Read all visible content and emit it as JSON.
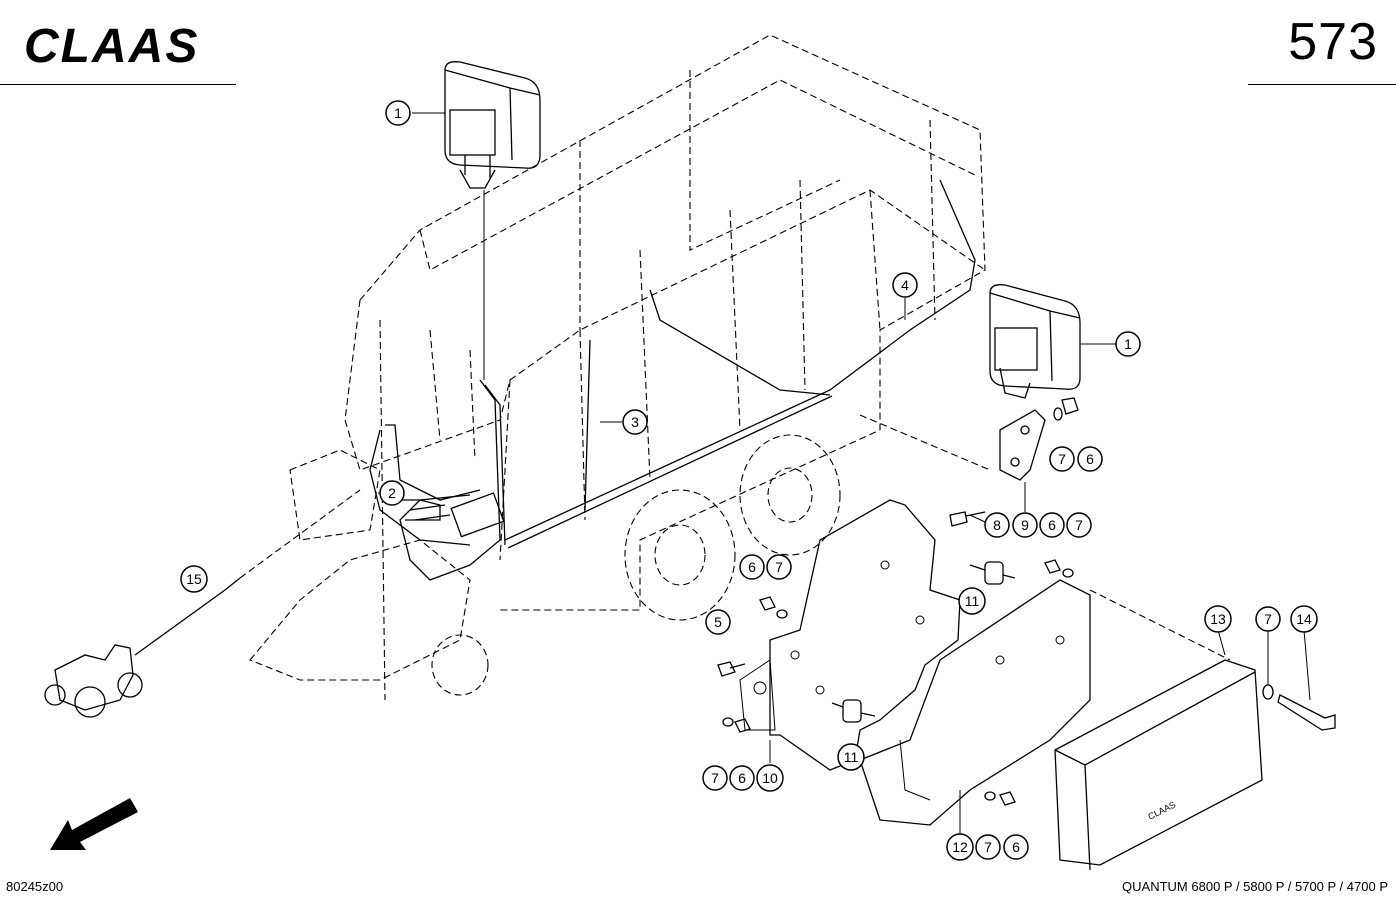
{
  "brand": {
    "logo_text": "CLAAS"
  },
  "page": {
    "number": "573"
  },
  "footer": {
    "figure_code": "80245z00",
    "models": "QUANTUM 6800 P / 5800 P / 5700 P / 4700 P"
  },
  "callouts": [
    {
      "id": "lamp-top",
      "label": "1"
    },
    {
      "id": "lamp-right",
      "label": "1"
    },
    {
      "id": "harness-front",
      "label": "2"
    },
    {
      "id": "harness-mid",
      "label": "3"
    },
    {
      "id": "harness-rear",
      "label": "4"
    },
    {
      "id": "bolt-left",
      "label": "5"
    },
    {
      "id": "nut-bracket-right",
      "label": "6"
    },
    {
      "id": "nut-center",
      "label": "6"
    },
    {
      "id": "nut-upper-left",
      "label": "6"
    },
    {
      "id": "nut-lower-left",
      "label": "6"
    },
    {
      "id": "nut-bottom",
      "label": "6"
    },
    {
      "id": "washer-bracket-right",
      "label": "7"
    },
    {
      "id": "washer-center",
      "label": "7"
    },
    {
      "id": "washer-upper-left",
      "label": "7"
    },
    {
      "id": "washer-lower-left",
      "label": "7"
    },
    {
      "id": "washer-bottom",
      "label": "7"
    },
    {
      "id": "washer-module",
      "label": "7"
    },
    {
      "id": "bolt-bracket",
      "label": "8"
    },
    {
      "id": "lamp-bracket",
      "label": "9"
    },
    {
      "id": "plate-left",
      "label": "10"
    },
    {
      "id": "mount-upper",
      "label": "11"
    },
    {
      "id": "mount-lower",
      "label": "11"
    },
    {
      "id": "plate-right",
      "label": "12"
    },
    {
      "id": "control-module",
      "label": "13"
    },
    {
      "id": "bolt-module",
      "label": "14"
    },
    {
      "id": "tractor-cable",
      "label": "15"
    }
  ],
  "module_label": "CLAAS"
}
